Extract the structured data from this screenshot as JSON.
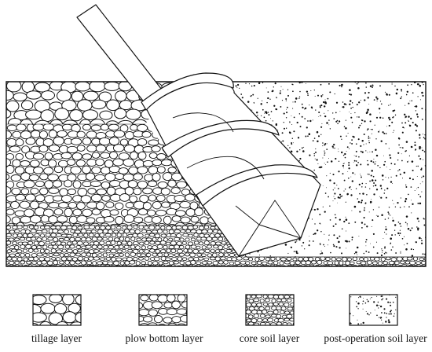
{
  "legend": {
    "items": [
      {
        "id": "tillage",
        "label": "tillage layer",
        "pattern": "large-pebbles"
      },
      {
        "id": "plow",
        "label": "plow bottom layer",
        "pattern": "medium-pebbles"
      },
      {
        "id": "core",
        "label": "core soil layer",
        "pattern": "dense-small-pebbles"
      },
      {
        "id": "post",
        "label": "post-operation soil layer",
        "pattern": "speckled"
      }
    ]
  },
  "colors": {
    "line": "#111111",
    "background": "#ffffff"
  },
  "icons": {
    "tool": "auger-spiral-icon"
  }
}
